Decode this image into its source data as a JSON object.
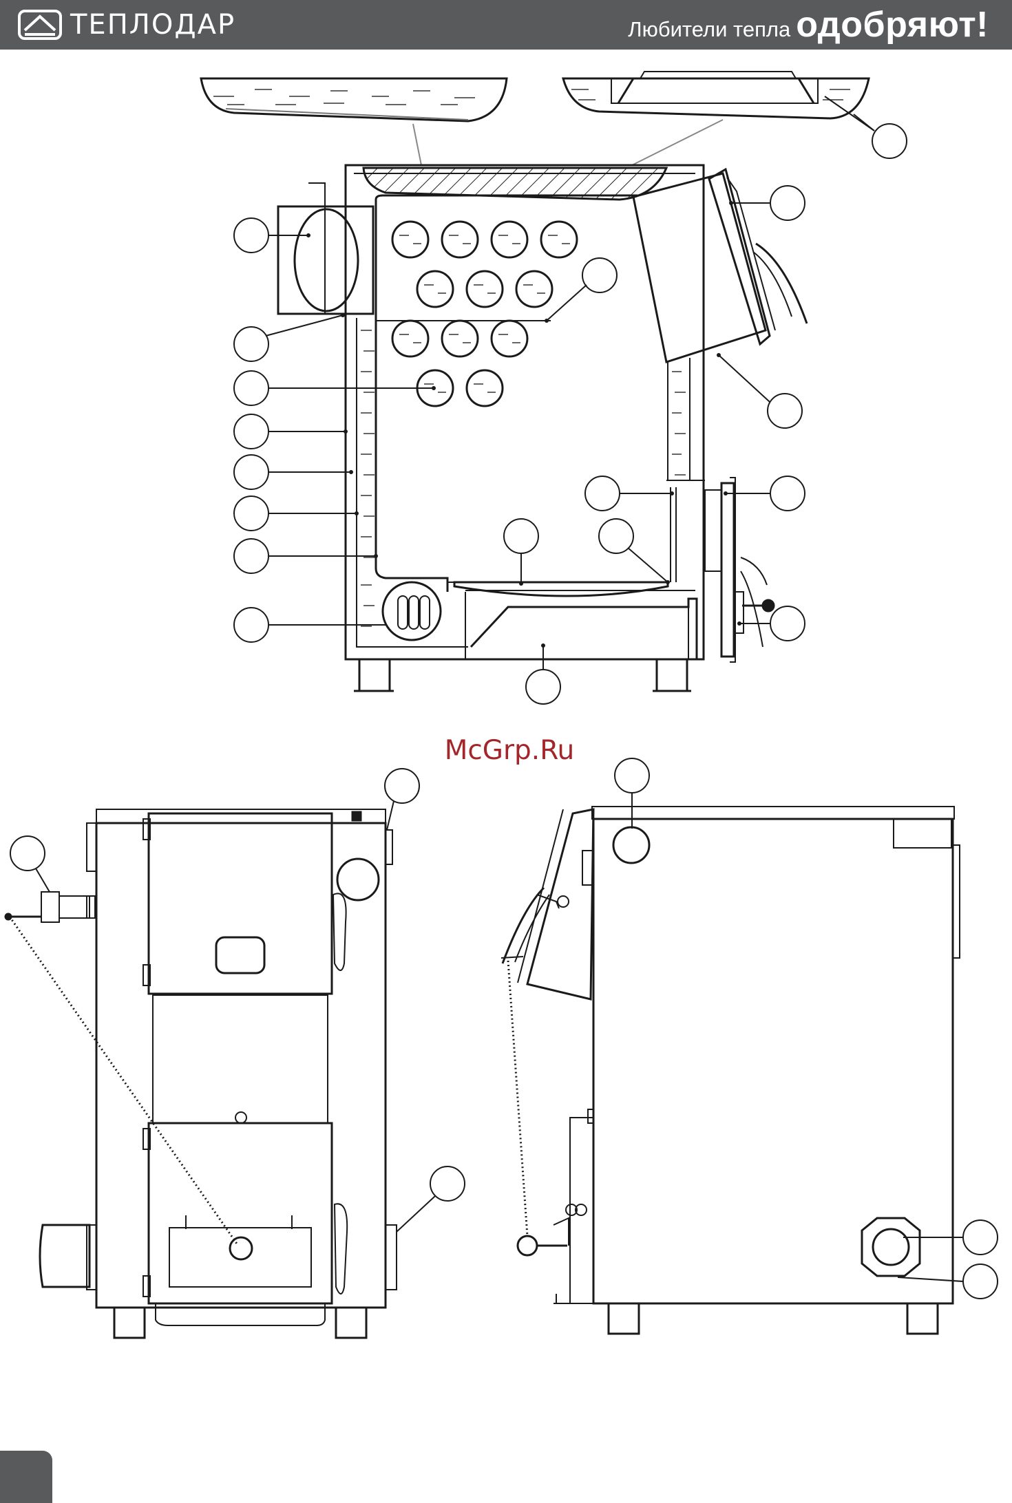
{
  "header": {
    "brand": "ТЕПЛОДАР",
    "slogan_regular": "Любители тепла",
    "slogan_bold": "одобряют!",
    "background_color": "#595a5c",
    "text_color": "#ffffff"
  },
  "watermark": {
    "text": "McGrp.Ru",
    "color": "#a3262a"
  },
  "footer": {
    "page_tab_color": "#595a5c"
  },
  "icons": {
    "logo": "house-roof-logo-icon"
  }
}
